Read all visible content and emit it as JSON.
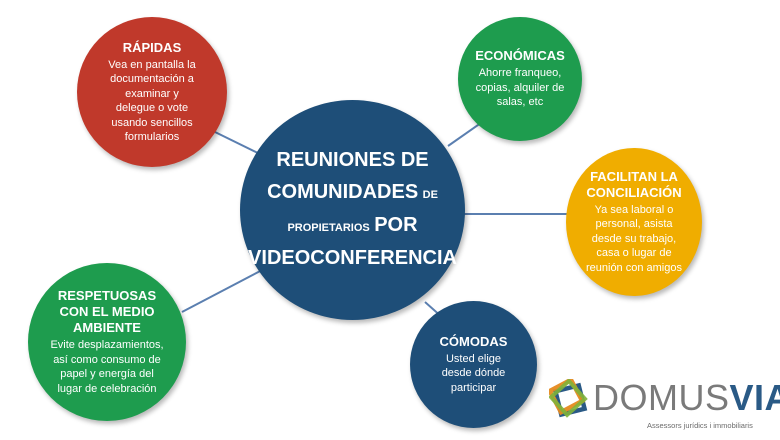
{
  "center": {
    "line1": "REUNIONES DE",
    "line2_big": "COMUNIDADES",
    "line2_small": "DE",
    "line3_small": "PROPIETARIOS",
    "line3_big": "POR",
    "line4": "VIDEOCONFERENCIA"
  },
  "nodes": {
    "rapidas": {
      "title": "RÁPIDAS",
      "lines": [
        "Vea en pantalla la",
        "documentación a",
        "examinar y",
        "delegue o vote",
        "usando sencillos",
        "formularios"
      ]
    },
    "economicas": {
      "title": "ECONÓMICAS",
      "lines": [
        "Ahorre franqueo,",
        "copias, alquiler de",
        "salas, etc"
      ]
    },
    "conciliacion": {
      "title_lines": [
        "FACILITAN LA",
        "CONCILIACIÓN"
      ],
      "lines": [
        "Ya sea laboral o",
        "personal, asista",
        "desde su trabajo,",
        "casa o lugar de",
        "reunión con amigos"
      ]
    },
    "respetuosas": {
      "title_lines": [
        "RESPETUOSAS",
        "CON EL MEDIO",
        "AMBIENTE"
      ],
      "lines": [
        "Evite desplazamientos,",
        "así como consumo de",
        "papel y energía del",
        "lugar de celebración"
      ]
    },
    "comodas": {
      "title": "CÓMODAS",
      "lines": [
        "Usted elige",
        "desde dónde",
        "participar"
      ]
    }
  },
  "logo": {
    "part1": "DOMUS",
    "part2": "VIA",
    "tagline": "Assessors jurídics i immobiliaris"
  },
  "colors": {
    "red": "#c0392b",
    "green": "#1e9c4e",
    "yellow": "#f0ad00",
    "blue": "#1e4e78",
    "connector": "#5b7fb0"
  }
}
